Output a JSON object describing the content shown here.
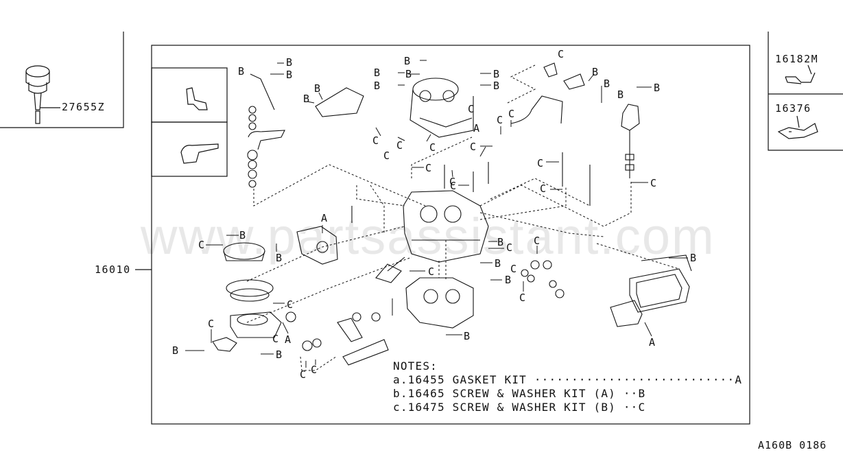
{
  "watermark": "www.partsassistant.com",
  "parts": {
    "main": "16010",
    "inset_left": "27655Z",
    "inset_right_top": "16182M",
    "inset_right_bottom": "16376"
  },
  "callouts": {
    "a": "A",
    "b": "B",
    "c": "C"
  },
  "notes": {
    "heading": "NOTES:",
    "line_a": {
      "prefix": "a.16455 GASKET KIT",
      "leader": "···························",
      "letter": "A"
    },
    "line_b": {
      "prefix": "b.16465 SCREW & WASHER KIT (A)",
      "leader": "··",
      "letter": "B"
    },
    "line_c": {
      "prefix": "c.16475 SCREW & WASHER KIT (B)",
      "leader": "··",
      "letter": "C"
    }
  },
  "diagram_code": "A160B 0186"
}
